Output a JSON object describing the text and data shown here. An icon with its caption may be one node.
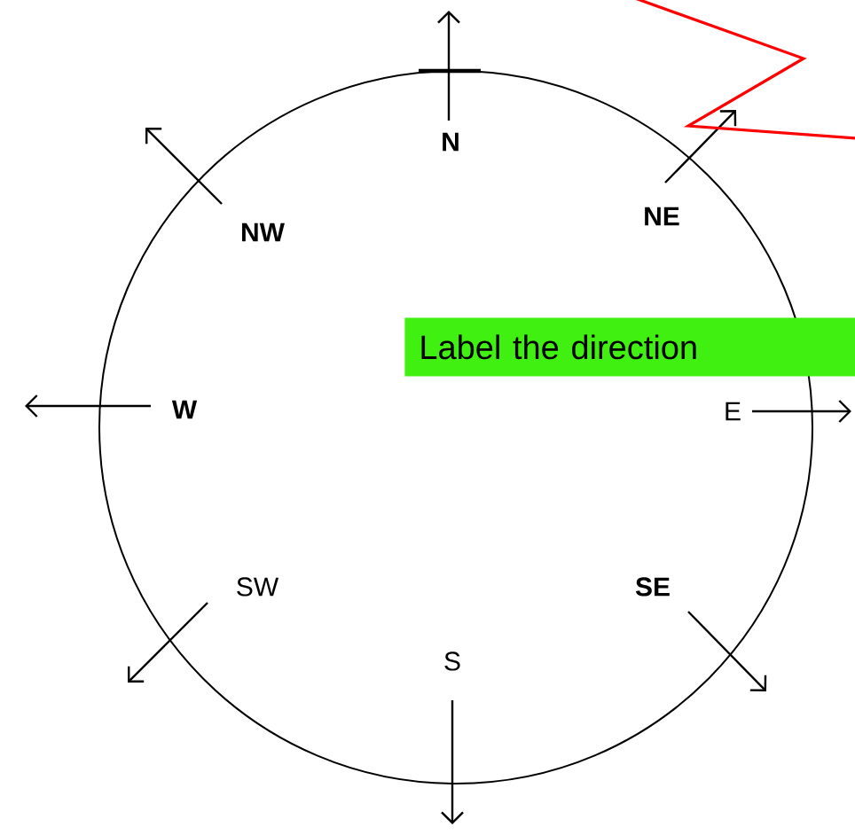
{
  "diagram": {
    "nodes": [
      {
        "text": [
          "Label the direction"
        ]
      }
    ],
    "labels": [
      "N",
      "NW",
      "NE",
      "W",
      "E",
      "SW",
      "SE",
      "S"
    ]
  }
}
